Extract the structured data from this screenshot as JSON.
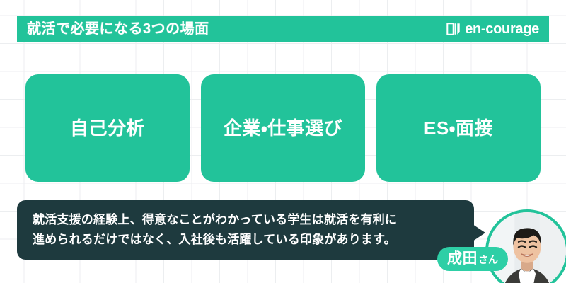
{
  "header": {
    "title": "就活で必要になる3つの場面",
    "brand_name": "en-courage",
    "brand_icon": "book-logo-icon",
    "accent_color": "#22c39a"
  },
  "cards": [
    {
      "label": "自己分析"
    },
    {
      "label": "企業・仕事選び"
    },
    {
      "label": "ES・面接"
    }
  ],
  "quote": {
    "line1": "就活支援の経験上、得意なことがわかっている学生は就活を有利に",
    "line2": "進められるだけではなく、入社後も活躍している印象があります。",
    "bubble_color": "#1e3a3e"
  },
  "speaker": {
    "name": "成田",
    "honorific": "さん",
    "avatar_alt": "笑顔の男性の顔写真",
    "badge_color": "#2ecfa6",
    "ring_color": "#22c39a"
  }
}
